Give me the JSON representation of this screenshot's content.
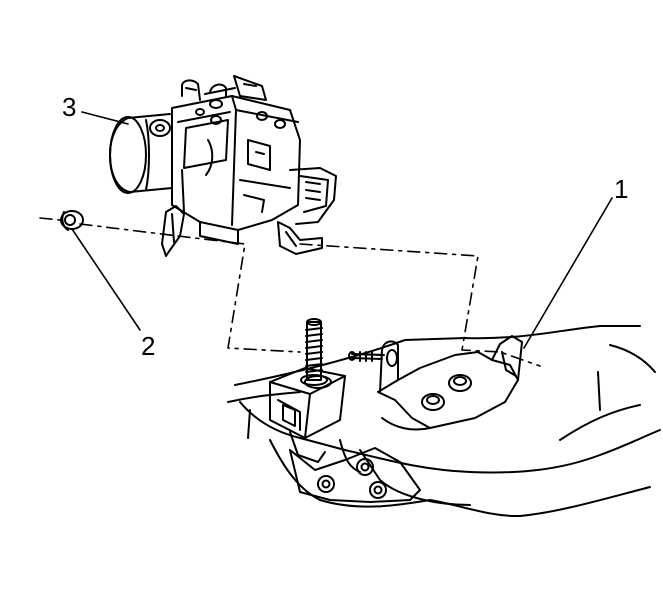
{
  "callouts": {
    "c1": "1",
    "c2": "2",
    "c3": "3"
  },
  "colors": {
    "ink": "#000000",
    "paper": "#ffffff"
  }
}
